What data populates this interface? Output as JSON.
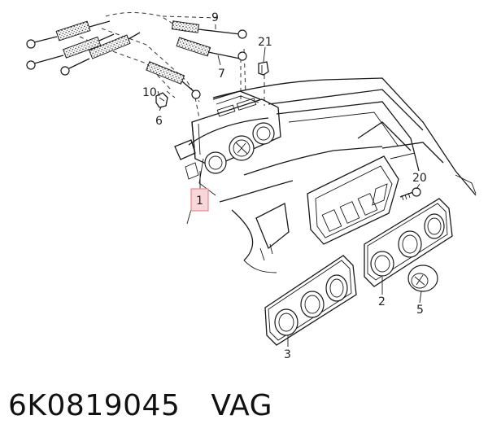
{
  "callouts": {
    "c1": "1",
    "c2": "2",
    "c3": "3",
    "c5": "5",
    "c6": "6",
    "c7": "7",
    "c9": "9",
    "c10": "10",
    "c20": "20",
    "c21": "21"
  },
  "footer": {
    "part_number": "6K0819045",
    "brand": "VAG"
  },
  "colors": {
    "highlight_fill": "#f7d5d8",
    "highlight_stroke": "#e58a94"
  }
}
